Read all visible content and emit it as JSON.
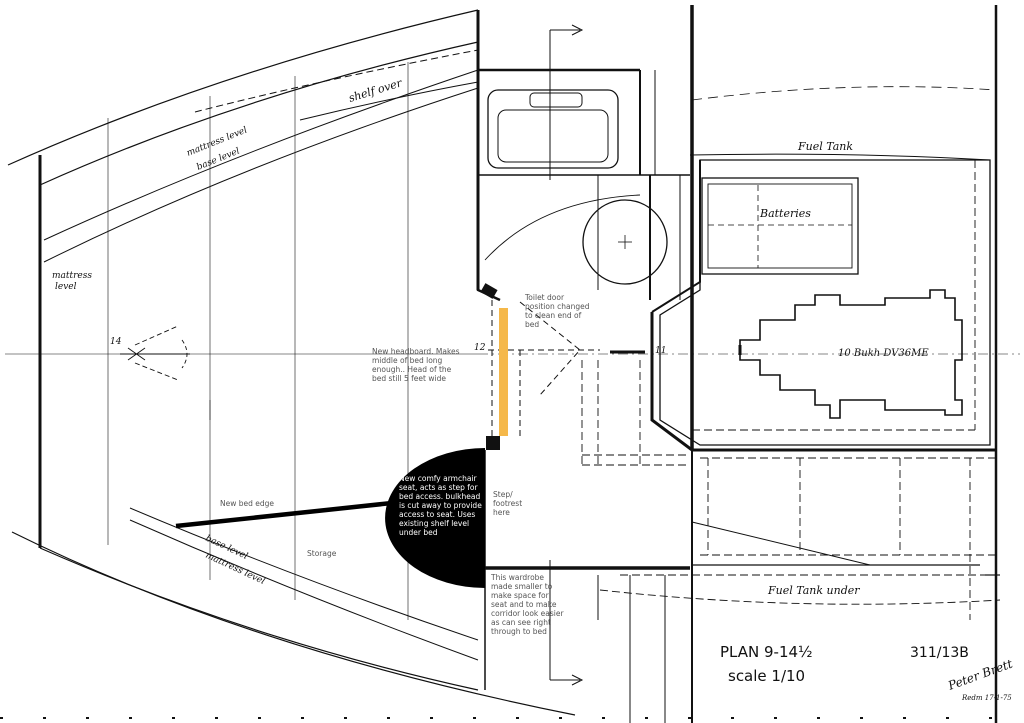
{
  "drawing": {
    "plan_title": "PLAN  9-14½",
    "scale": "scale   1/10",
    "drawing_no": "311/13B",
    "signature": "Peter Brett",
    "sig_date": "Redm 17-1-75"
  },
  "hand_labels": {
    "shelf_over": "shelf over",
    "mattress_level_top": "mattress level",
    "base_level_top": "base level",
    "mattress_level_side_1": "mattress",
    "mattress_level_side_2": "level",
    "base_level_bottom": "base level",
    "mattress_level_bottom": "mattress level",
    "fuel_tank": "Fuel  Tank",
    "batteries": "Batteries",
    "engine": "10  Bukh DV36ME",
    "fuel_tank_under": "Fuel  Tank  under",
    "frame_14": "14",
    "frame_12": "12",
    "frame_11": "11"
  },
  "annotations": {
    "toilet_door": [
      "Toilet door",
      "position changed",
      "to clean end of",
      "bed"
    ],
    "headboard": [
      "New headboard. Makes",
      "middle of bed long",
      "enough.. Head of the",
      "bed still 5 feet wide"
    ],
    "armchair": [
      "New comfy armchair",
      "seat, acts as step for",
      "bed access. bulkhead",
      "is cut away to provide",
      "access to seat. Uses",
      "existing shelf level",
      "under bed"
    ],
    "step": [
      "Step/",
      "footrest",
      "here"
    ],
    "bed_edge": "New bed edge",
    "storage": "Storage",
    "wardrobe": [
      "This wardrobe",
      "made smaller to",
      "make space for",
      "seat and to make",
      "corridor look easier",
      "as can see right",
      "through to bed"
    ]
  },
  "colors": {
    "ink": "#111111",
    "headboard": "#f5b84a",
    "note_text": "#555555"
  }
}
